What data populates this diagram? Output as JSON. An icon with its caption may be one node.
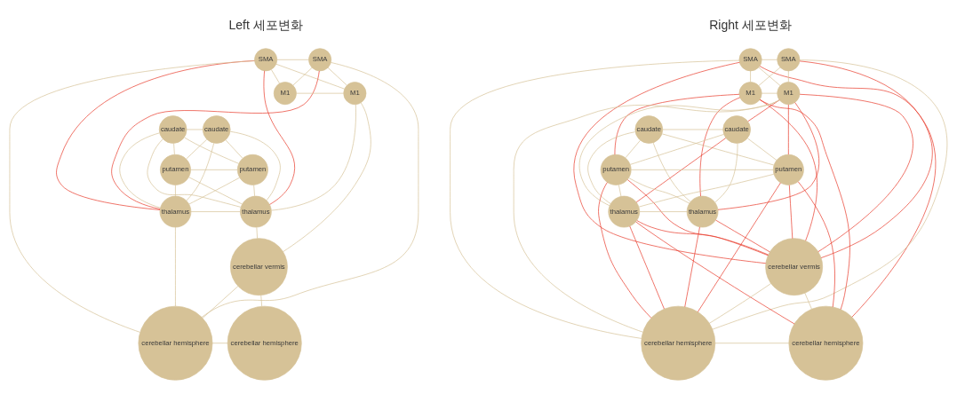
{
  "diagram": {
    "nodes": [
      {
        "text": [
          "SMA"
        ]
      },
      {
        "text": [
          "SMA"
        ]
      },
      {
        "text": [
          "M1"
        ]
      },
      {
        "text": [
          "M1"
        ]
      },
      {
        "text": [
          "caudate"
        ]
      },
      {
        "text": [
          "caudate"
        ]
      },
      {
        "text": [
          "putamen"
        ]
      },
      {
        "text": [
          "putamen"
        ]
      },
      {
        "text": [
          "thalamus"
        ]
      },
      {
        "text": [
          "thalamus"
        ]
      },
      {
        "text": [
          "cerebellar vermis"
        ]
      },
      {
        "text": [
          "cerebellar hemisphere"
        ]
      },
      {
        "text": [
          "cerebellar hemisphere"
        ]
      },
      {
        "text": [
          "SMA"
        ]
      },
      {
        "text": [
          "SMA"
        ]
      },
      {
        "text": [
          "M1"
        ]
      },
      {
        "text": [
          "M1"
        ]
      },
      {
        "text": [
          "caudate"
        ]
      },
      {
        "text": [
          "caudate"
        ]
      },
      {
        "text": [
          "putamen"
        ]
      },
      {
        "text": [
          "putamen"
        ]
      },
      {
        "text": [
          "thalamus"
        ]
      },
      {
        "text": [
          "thalamus"
        ]
      },
      {
        "text": [
          "cerebellar vermis"
        ]
      },
      {
        "text": [
          "cerebellar hemisphere"
        ]
      },
      {
        "text": [
          "cerebellar hemisphere"
        ]
      }
    ],
    "edges": [
      {
        "from": 0,
        "to": 1,
        "arrow": "none"
      },
      {
        "from": 0,
        "to": 2,
        "arrow": "none"
      },
      {
        "from": 0,
        "to": 3,
        "arrow": "none"
      },
      {
        "from": 1,
        "to": 2,
        "arrow": "none"
      },
      {
        "from": 1,
        "to": 3,
        "arrow": "none"
      },
      {
        "from": 2,
        "to": 3,
        "arrow": "none"
      },
      {
        "from": 0,
        "to": 8,
        "arrow": "none",
        "color": "#e8392a"
      },
      {
        "from": 0,
        "to": 9,
        "arrow": "none",
        "color": "#e8392a"
      },
      {
        "from": 1,
        "to": 8,
        "arrow": "none",
        "color": "#e8392a"
      },
      {
        "from": 0,
        "to": 11,
        "arrow": "none"
      },
      {
        "from": 1,
        "to": 11,
        "arrow": "none"
      },
      {
        "from": 3,
        "to": 9,
        "arrow": "none"
      },
      {
        "from": 3,
        "to": 10,
        "arrow": "none"
      },
      {
        "from": 4,
        "to": 5,
        "arrow": "none"
      },
      {
        "from": 4,
        "to": 6,
        "arrow": "none"
      },
      {
        "from": 4,
        "to": 7,
        "arrow": "none"
      },
      {
        "from": 4,
        "to": 8,
        "arrow": "none"
      },
      {
        "from": 4,
        "to": 9,
        "arrow": "none"
      },
      {
        "from": 5,
        "to": 6,
        "arrow": "none"
      },
      {
        "from": 5,
        "to": 7,
        "arrow": "none"
      },
      {
        "from": 5,
        "to": 9,
        "arrow": "none"
      },
      {
        "from": 5,
        "to": 8,
        "arrow": "none"
      },
      {
        "from": 6,
        "to": 7,
        "arrow": "none"
      },
      {
        "from": 6,
        "to": 8,
        "arrow": "none"
      },
      {
        "from": 6,
        "to": 9,
        "arrow": "none"
      },
      {
        "from": 7,
        "to": 8,
        "arrow": "none"
      },
      {
        "from": 7,
        "to": 9,
        "arrow": "none"
      },
      {
        "from": 8,
        "to": 9,
        "arrow": "none"
      },
      {
        "from": 8,
        "to": 11,
        "arrow": "none"
      },
      {
        "from": 9,
        "to": 10,
        "arrow": "none"
      },
      {
        "from": 10,
        "to": 11,
        "arrow": "none"
      },
      {
        "from": 10,
        "to": 12,
        "arrow": "none"
      },
      {
        "from": 11,
        "to": 12,
        "arrow": "none"
      },
      {
        "from": 13,
        "to": 14,
        "arrow": "none"
      },
      {
        "from": 13,
        "to": 15,
        "arrow": "none"
      },
      {
        "from": 13,
        "to": 16,
        "arrow": "none"
      },
      {
        "from": 14,
        "to": 15,
        "arrow": "none"
      },
      {
        "from": 14,
        "to": 16,
        "arrow": "none"
      },
      {
        "from": 15,
        "to": 16,
        "arrow": "none"
      },
      {
        "from": 13,
        "to": 24,
        "arrow": "none"
      },
      {
        "from": 14,
        "to": 24,
        "arrow": "none"
      },
      {
        "from": 16,
        "to": 24,
        "arrow": "none"
      },
      {
        "from": 16,
        "to": 21,
        "arrow": "none"
      },
      {
        "from": 17,
        "to": 18,
        "arrow": "none"
      },
      {
        "from": 17,
        "to": 19,
        "arrow": "none"
      },
      {
        "from": 17,
        "to": 20,
        "arrow": "none"
      },
      {
        "from": 17,
        "to": 21,
        "arrow": "none"
      },
      {
        "from": 17,
        "to": 22,
        "arrow": "none"
      },
      {
        "from": 18,
        "to": 19,
        "arrow": "none"
      },
      {
        "from": 18,
        "to": 20,
        "arrow": "none"
      },
      {
        "from": 18,
        "to": 22,
        "arrow": "none"
      },
      {
        "from": 19,
        "to": 20,
        "arrow": "none"
      },
      {
        "from": 19,
        "to": 21,
        "arrow": "none"
      },
      {
        "from": 19,
        "to": 22,
        "arrow": "none"
      },
      {
        "from": 20,
        "to": 21,
        "arrow": "none"
      },
      {
        "from": 21,
        "to": 22,
        "arrow": "none"
      },
      {
        "from": 23,
        "to": 24,
        "arrow": "none"
      },
      {
        "from": 23,
        "to": 25,
        "arrow": "none"
      },
      {
        "from": 24,
        "to": 25,
        "arrow": "none"
      },
      {
        "from": 15,
        "to": 19,
        "arrow": "none",
        "color": "#e8392a"
      },
      {
        "from": 15,
        "to": 22,
        "arrow": "none",
        "color": "#e8392a"
      },
      {
        "from": 15,
        "to": 23,
        "arrow": "none",
        "color": "#e8392a"
      },
      {
        "from": 15,
        "to": 25,
        "arrow": "none",
        "color": "#e8392a"
      },
      {
        "from": 13,
        "to": 23,
        "arrow": "none",
        "color": "#e8392a"
      },
      {
        "from": 13,
        "to": 25,
        "arrow": "none",
        "color": "#e8392a"
      },
      {
        "from": 14,
        "to": 23,
        "arrow": "none",
        "color": "#e8392a"
      },
      {
        "from": 16,
        "to": 18,
        "arrow": "none",
        "color": "#e8392a"
      },
      {
        "from": 16,
        "to": 22,
        "arrow": "none",
        "color": "#e8392a"
      },
      {
        "from": 16,
        "to": 20,
        "arrow": "none",
        "color": "#e8392a"
      },
      {
        "from": 16,
        "to": 23,
        "arrow": "none",
        "color": "#e8392a"
      },
      {
        "from": 18,
        "to": 21,
        "arrow": "none",
        "color": "#e8392a"
      },
      {
        "from": 19,
        "to": 24,
        "arrow": "none",
        "color": "#e8392a"
      },
      {
        "from": 19,
        "to": 23,
        "arrow": "none",
        "color": "#e8392a"
      },
      {
        "from": 20,
        "to": 25,
        "arrow": "none",
        "color": "#e8392a"
      },
      {
        "from": 20,
        "to": 23,
        "arrow": "none",
        "color": "#e8392a"
      },
      {
        "from": 20,
        "to": 24,
        "arrow": "none",
        "color": "#e8392a"
      },
      {
        "from": 21,
        "to": 23,
        "arrow": "none",
        "color": "#e8392a"
      },
      {
        "from": 21,
        "to": 24,
        "arrow": "none",
        "color": "#e8392a"
      },
      {
        "from": 21,
        "to": 25,
        "arrow": "none",
        "color": "#e8392a"
      },
      {
        "from": 22,
        "to": 23,
        "arrow": "none",
        "color": "#e8392a"
      },
      {
        "from": 22,
        "to": 24,
        "arrow": "none",
        "color": "#e8392a"
      }
    ],
    "labels": [
      "Left 세포변화",
      "Right 세포변화"
    ]
  }
}
